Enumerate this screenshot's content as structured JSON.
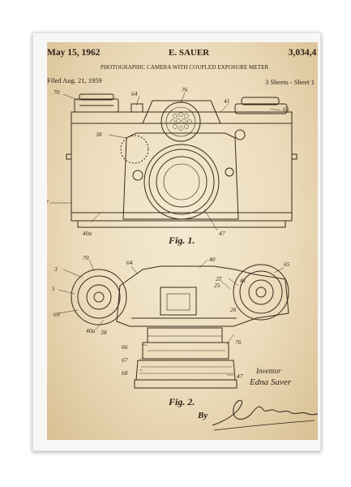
{
  "patent": {
    "date": "May 15, 1962",
    "inventor_header": "E. SAUER",
    "patent_number": "3,034,41",
    "title": "PHOTOGRAPHIC CAMERA WITH COUPLED EXPOSURE METER",
    "filed": "Filed Aug. 21, 1959",
    "sheets": "3 Sheets - Sheet 1"
  },
  "figures": {
    "fig1_label": "Fig. 1.",
    "fig2_label": "Fig. 2."
  },
  "fig1_refs": [
    "70",
    "76",
    "64",
    "41",
    "65",
    "38",
    "7",
    "40a",
    "47"
  ],
  "fig2_refs": [
    "3",
    "70",
    "64",
    "40",
    "65",
    "5",
    "27",
    "25",
    "41",
    "69",
    "26",
    "40a",
    "38",
    "66",
    "76",
    "67",
    "68",
    "47"
  ],
  "signature": {
    "inventor_label": "Inventor",
    "inventor_name": "Edna Saver",
    "by": "By"
  },
  "colors": {
    "ink": "#2e2016",
    "paper": "#ecdcbb",
    "frame": "#f7f7f5"
  }
}
